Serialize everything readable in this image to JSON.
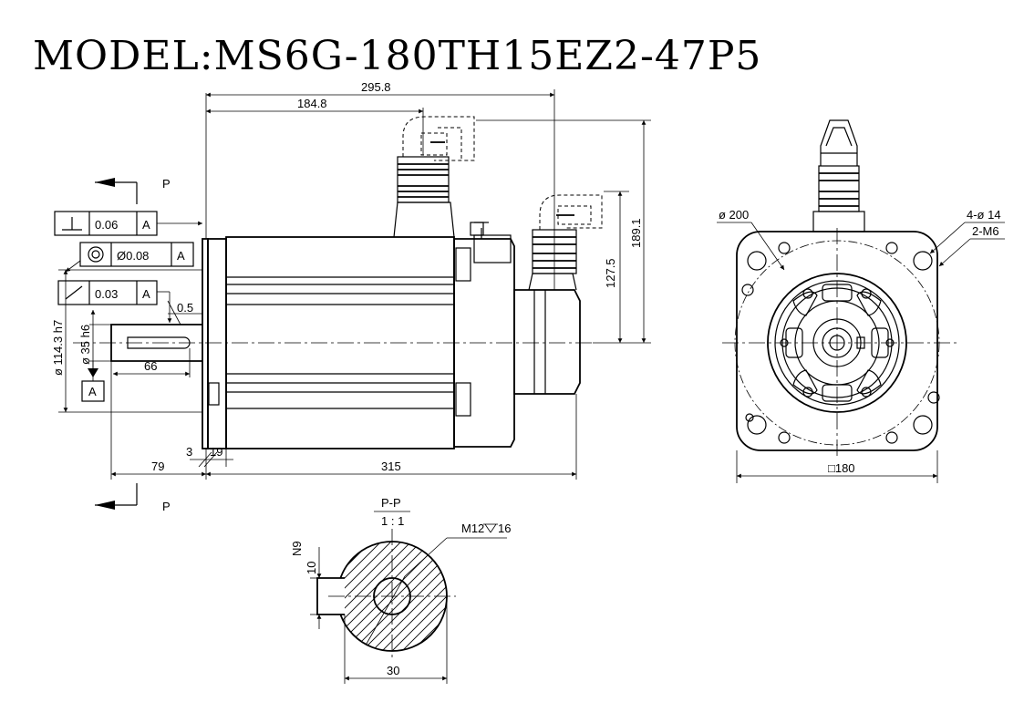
{
  "title": "MODEL:MS6G-180TH15EZ2-47P5",
  "dims": {
    "d295": "295.8",
    "d184": "184.8",
    "d189": "189.1",
    "d127": "127.5",
    "d05": "0.5",
    "d114": "ø 114.3  h7",
    "d35": "ø 35 h6",
    "d66": "66",
    "d79": "79",
    "d3": "3",
    "d19": "19",
    "d315": "315",
    "d200": "ø 200",
    "d4x14": "4-ø 14",
    "d2m6": "2-M6",
    "d180": "□180",
    "m12": "M12",
    "m12depth": "16",
    "n9": "N9",
    "d10": "10",
    "d30": "30"
  },
  "tolerances": {
    "perp_value": "0.06",
    "conc_value": "Ø0.08",
    "runout_value": "0.03",
    "datum": "A"
  },
  "section": {
    "view_label": "P",
    "title": "P-P",
    "scale": "1 : 1"
  }
}
